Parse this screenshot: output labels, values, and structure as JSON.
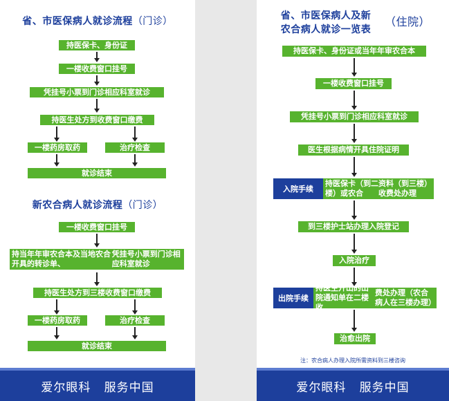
{
  "left": {
    "outpatient": {
      "title": "省、市医保病人就诊流程",
      "title_tag": "（门诊）",
      "steps": [
        "持医保卡、身份证",
        "一楼收费窗口挂号",
        "凭挂号小票到门诊相应科室就诊",
        "持医生处方到收费窗口缴费"
      ],
      "branch_left": "一楼药房取药",
      "branch_right": "治疗检查",
      "end": "就诊结束"
    },
    "coop": {
      "title": "新农合病人就诊流程",
      "title_tag": "（门诊）",
      "step1": "一楼收费窗口挂号",
      "step2_line1": "持当年年审农合本及当地农合开具的转诊单、",
      "step2_line2": "凭挂号小票到门诊相应科室就诊",
      "step3": "持医生处方到三楼收费窗口缴费",
      "branch_left": "一楼药房取药",
      "branch_right": "治疗检查",
      "end": "就诊结束"
    },
    "footer": "爱尔眼科   服务中国"
  },
  "right": {
    "title_line1": "省、市医保病人及新",
    "title_line2": "农合病人就诊一览表",
    "title_tag": "（住院）",
    "step1": "持医保卡、身份证或当年年审农合本",
    "step2": "一楼收费窗口挂号",
    "step3": "凭挂号小票到门诊相应科室就诊",
    "step4": "医生根据病情开具住院证明",
    "admission_label": "入院手续",
    "admission_line1": "持医保卡（到二楼）或农合",
    "admission_line2": "资料（到三楼）收费处办理",
    "step6": "到三楼护士站办理入院登记",
    "step7": "入院治疗",
    "discharge_label": "出院手续",
    "discharge_line1": "持医生开出的出院通知单在二楼收",
    "discharge_line2": "费处办理（农合病人在三楼办理）",
    "step9": "治愈出院",
    "note": "注：农合病人办理入院所需资料到三楼咨询",
    "footer": "爱尔眼科   服务中国"
  },
  "colors": {
    "green": "#57b32e",
    "blue": "#1d3f9c",
    "arrow": "#222222"
  }
}
